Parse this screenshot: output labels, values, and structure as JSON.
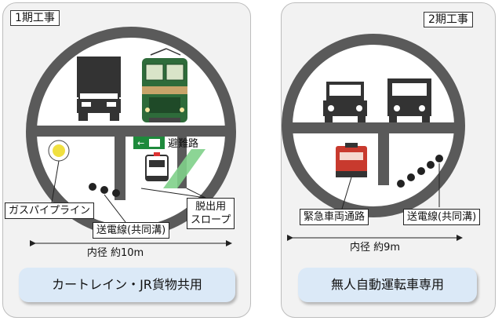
{
  "panel1": {
    "phase": "1期工事",
    "exit_sign": "避難路",
    "labels": {
      "gas": "ガスパイプライン",
      "cable": "送電線(共同溝)",
      "slope_line1": "脱出用",
      "slope_line2": "スロープ"
    },
    "diameter": "内径 約10m",
    "usage": "カートレイン・JR貨物共用"
  },
  "panel2": {
    "phase": "2期工事",
    "labels": {
      "emergency": "緊急車両通路",
      "cable": "送電線(共同溝)"
    },
    "diameter": "内径 約9m",
    "usage": "無人自動運転車専用"
  }
}
